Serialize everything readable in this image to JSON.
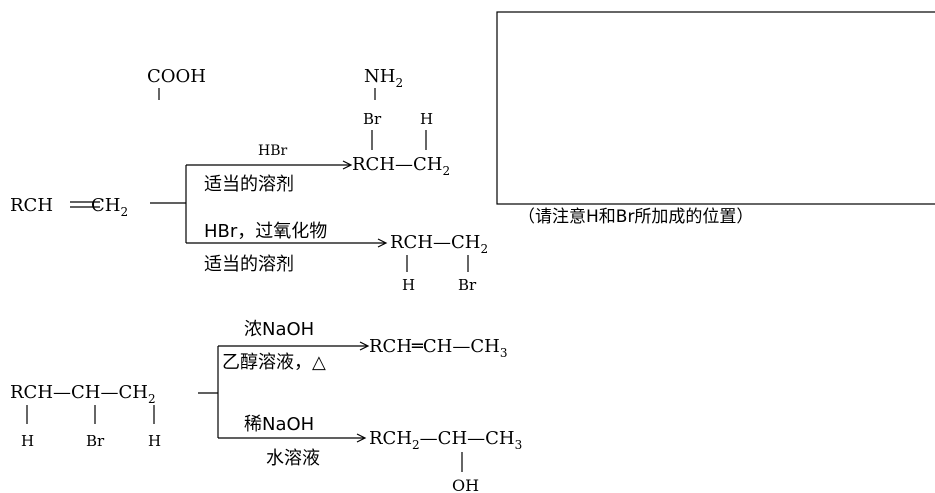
{
  "upper": {
    "reactant": "RCH",
    "reactant_end": "CH",
    "reactant_sub": "2",
    "r1_reagent": "HBr",
    "r1_condition": "适当的溶剂",
    "p1_main": "RCH—CH",
    "p1_sub": "2",
    "p1_br": "Br",
    "p1_h": "H",
    "r2_reagent": "HBr，过氧化物",
    "r2_condition": "适当的溶剂",
    "p2_main": "RCH—CH",
    "p2_sub": "2",
    "p2_h": "H",
    "p2_br": "Br"
  },
  "floating": {
    "cooh": "COOH",
    "nh": "NH",
    "nh_sub": "2"
  },
  "box": {
    "note": "（请注意H和Br所加成的位置）"
  },
  "lower": {
    "reactant_main": "RCH—CH—CH",
    "reactant_sub": "2",
    "sub_h1": "H",
    "sub_br": "Br",
    "sub_h2": "H",
    "r3_reagent": "浓NaOH",
    "r3_condition": "乙醇溶液，△",
    "p3": "RCH═CH—CH",
    "p3_sub": "3",
    "r4_reagent": "稀NaOH",
    "r4_condition": "水溶液",
    "p4_a": "RCH",
    "p4_a_sub": "2",
    "p4_b": "—CH—CH",
    "p4_b_sub": "3",
    "p4_oh": "OH"
  }
}
